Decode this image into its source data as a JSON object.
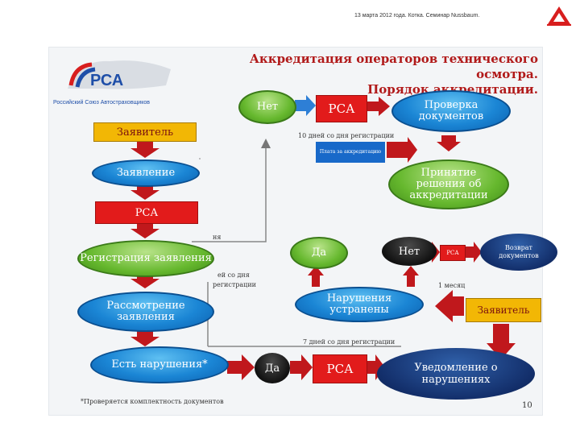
{
  "header": {
    "text": "13 марта 2012 года. Котка. Семинар Nussbaum."
  },
  "slide": {
    "title_line1": "Аккредитация операторов технического осмотра.",
    "title_line2": "Порядок аккредитации.",
    "logo_text": "РСА",
    "logo_caption": "Российский Союз Автостраховщиков",
    "page_number": "10",
    "footnote": "*Проверяется комплектность документов"
  },
  "nodes": {
    "applicant_top": "Заявитель",
    "application": "Заявление",
    "rsa_left": "РСА",
    "registration": "Регистрация заявления",
    "review": "Рассмотрение заявления",
    "violations_q": "Есть нарушения*",
    "no_top": "Нет",
    "rsa_top": "РСА",
    "check_docs": "Проверка документов",
    "payment": "Плата за аккредитацию",
    "decision": "Принятие решения об аккредитации",
    "yes_mid": "Да",
    "no_mid": "Нет",
    "rsa_small": "РСА",
    "return_docs": "Возврат документов",
    "fixed": "Нарушения устранены",
    "applicant_right": "Заявитель",
    "yes_bottom": "Да",
    "rsa_bottom": "РСА",
    "notice": "Уведомление о нарушениях"
  },
  "notes": {
    "ten_days": "10 дней со дня регистрации",
    "days_frag": "ей со дня",
    "days_frag2": "регистрации",
    "month": "1 месяц",
    "seven_days": "7 дней со дня регистрации",
    "frag_top": "ня"
  }
}
